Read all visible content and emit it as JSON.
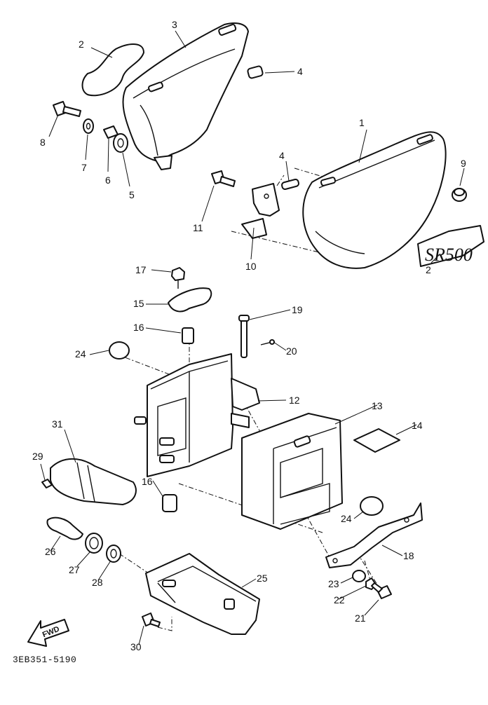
{
  "labels": {
    "l1": "1",
    "l2a": "2",
    "l2b": "2",
    "l3": "3",
    "l4a": "4",
    "l4b": "4",
    "l5": "5",
    "l6": "6",
    "l7": "7",
    "l8": "8",
    "l9": "9",
    "l10": "10",
    "l11": "11",
    "l12": "12",
    "l13": "13",
    "l14": "14",
    "l15": "15",
    "l16a": "16",
    "l16b": "16",
    "l17": "17",
    "l18": "18",
    "l19": "19",
    "l20": "20",
    "l21": "21",
    "l22": "22",
    "l23": "23",
    "l24a": "24",
    "l24b": "24",
    "l25": "25",
    "l26": "26",
    "l27": "27",
    "l28": "28",
    "l29": "29",
    "l30": "30",
    "l31": "31"
  },
  "emblem_text": "SR500",
  "fwd_label": "FWD",
  "diagram_code": "3EB351-5190"
}
